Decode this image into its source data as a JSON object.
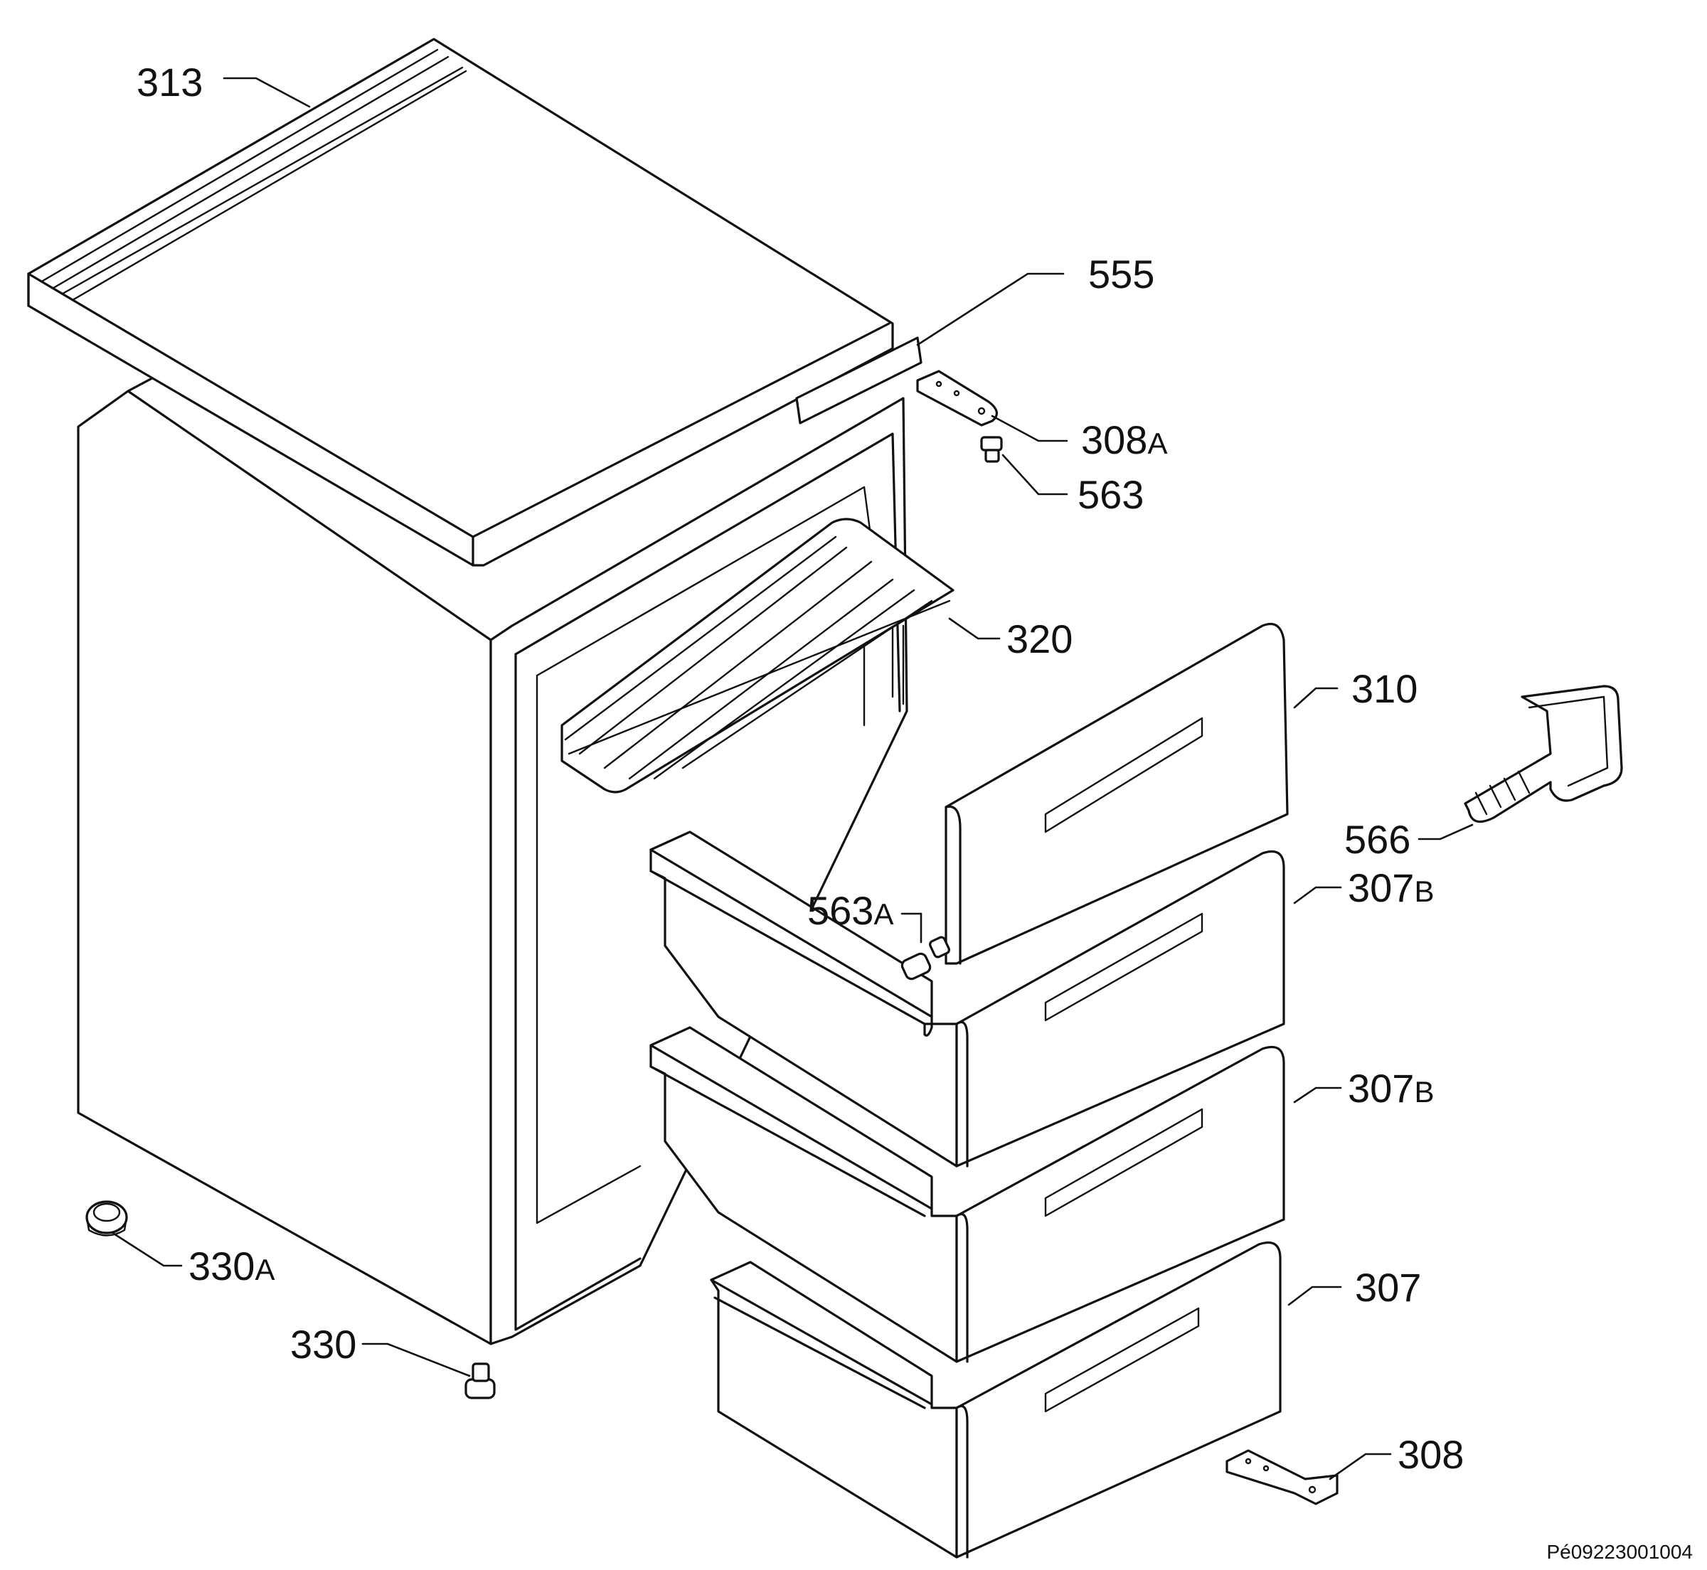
{
  "labels": {
    "p313": "313",
    "p555": "555",
    "p308A": "308",
    "p308A_suffix": "A",
    "p563": "563",
    "p320": "320",
    "p310": "310",
    "p566": "566",
    "p563A": "563",
    "p563A_suffix": "A",
    "p307B_1": "307",
    "p307B_1_suffix": "B",
    "p307B_2": "307",
    "p307B_2_suffix": "B",
    "p307": "307",
    "p330A": "330",
    "p330A_suffix": "A",
    "p330": "330",
    "p308": "308"
  },
  "reference_code": "Pé09223001004"
}
